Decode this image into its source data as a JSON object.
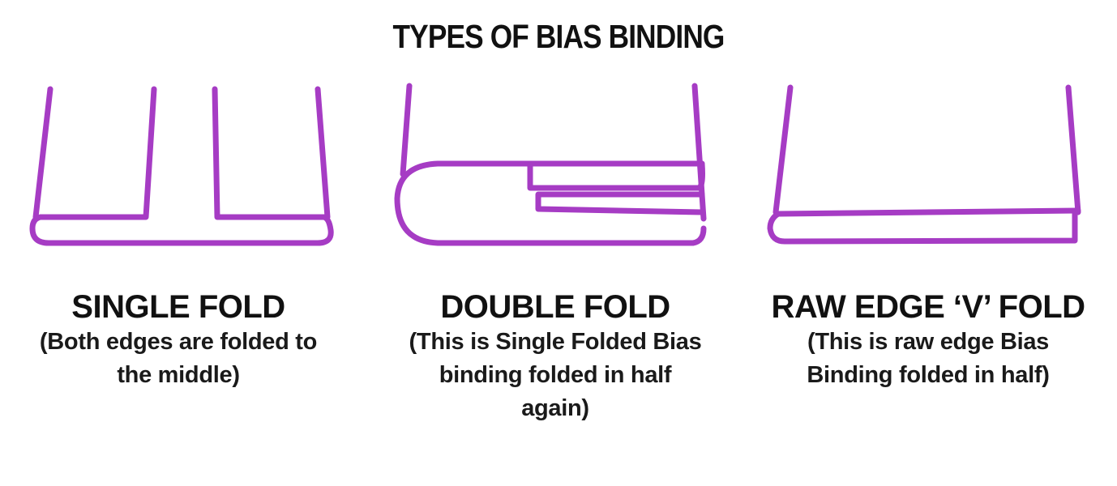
{
  "title": "TYPES OF BIAS BINDING",
  "colors": {
    "line": "#a63cc4",
    "text": "#111111",
    "background": "#ffffff"
  },
  "folds": [
    {
      "name": "SINGLE FOLD",
      "description": "(Both edges are folded to the middle)",
      "description_lines": [
        "(Both edges are folded to",
        "the middle)"
      ]
    },
    {
      "name": "DOUBLE FOLD",
      "description": "(This is Single Folded Bias binding folded in half again)",
      "description_lines": [
        "(This is Single Folded Bias",
        "binding folded in half",
        "again)"
      ]
    },
    {
      "name": "RAW EDGE ‘V’ FOLD",
      "description": "(This is raw edge Bias Binding folded in half)",
      "description_lines": [
        "(This is raw edge Bias",
        "Binding folded in half)"
      ]
    }
  ]
}
